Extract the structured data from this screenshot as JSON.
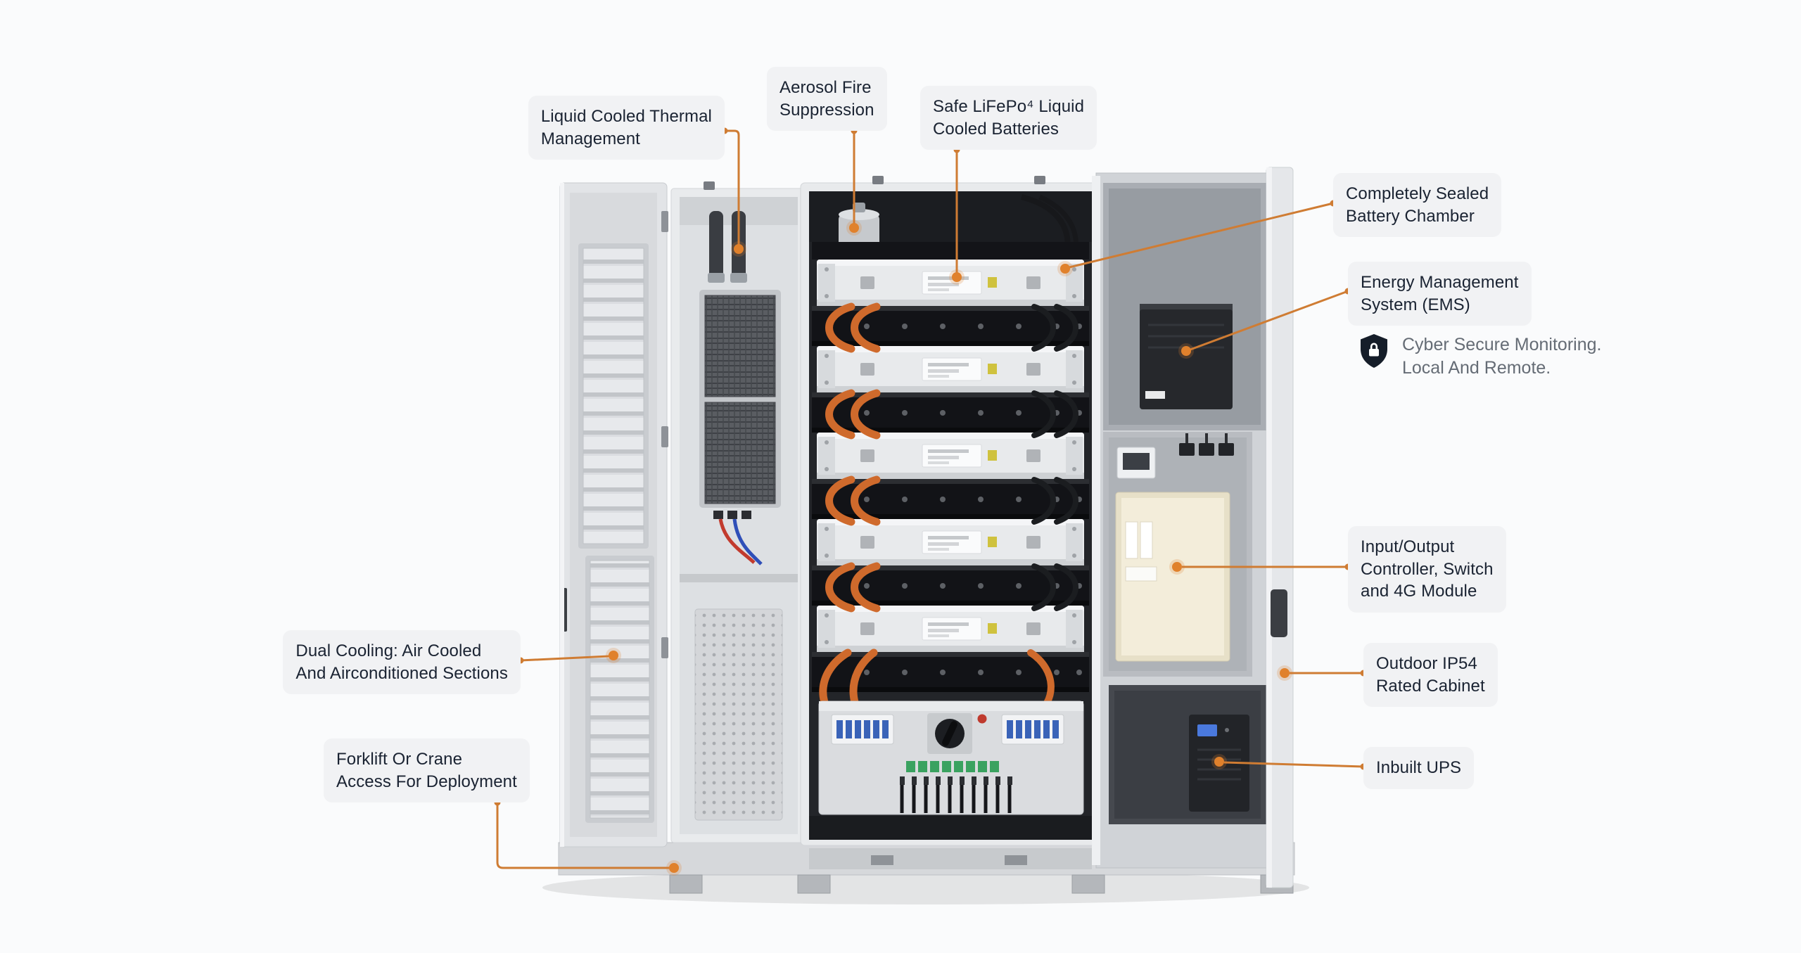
{
  "theme": {
    "page_bg": "#fafbfc",
    "accent": "#cf7c33",
    "accent_dot": "#e0812c",
    "callout_bg": "#f1f2f4",
    "callout_text": "#1a2332",
    "muted_text": "#656c75"
  },
  "callouts": {
    "thermal": {
      "label": "Liquid Cooled Thermal\nManagement"
    },
    "aerosol": {
      "label": "Aerosol Fire\nSuppression"
    },
    "batteries": {
      "label": "Safe LiFePo⁴ Liquid\nCooled Batteries"
    },
    "sealed_chamber": {
      "label": "Completely Sealed\nBattery Chamber"
    },
    "ems": {
      "label": "Energy Management\nSystem (EMS)"
    },
    "io_module": {
      "label": "Input/Output\nController, Switch\nand 4G Module"
    },
    "ip54": {
      "label": "Outdoor IP54\nRated Cabinet"
    },
    "ups": {
      "label": "Inbuilt UPS"
    },
    "dual_cooling": {
      "label": "Dual Cooling: Air Cooled\nAnd Airconditioned Sections"
    },
    "forklift": {
      "label": "Forklift Or Crane\nAccess For Deployment"
    }
  },
  "note": {
    "icon": "shield-lock-icon",
    "text": "Cyber Secure Monitoring.\nLocal And Remote."
  },
  "illustration": {
    "subject": "Battery energy storage cabinet with open doors",
    "parts": [
      "left-ventilated-door",
      "thermal-management-bay",
      "battery-chamber",
      "power-distribution-panel",
      "ems-box",
      "io-controller-panel",
      "ups-box",
      "right-door"
    ]
  }
}
